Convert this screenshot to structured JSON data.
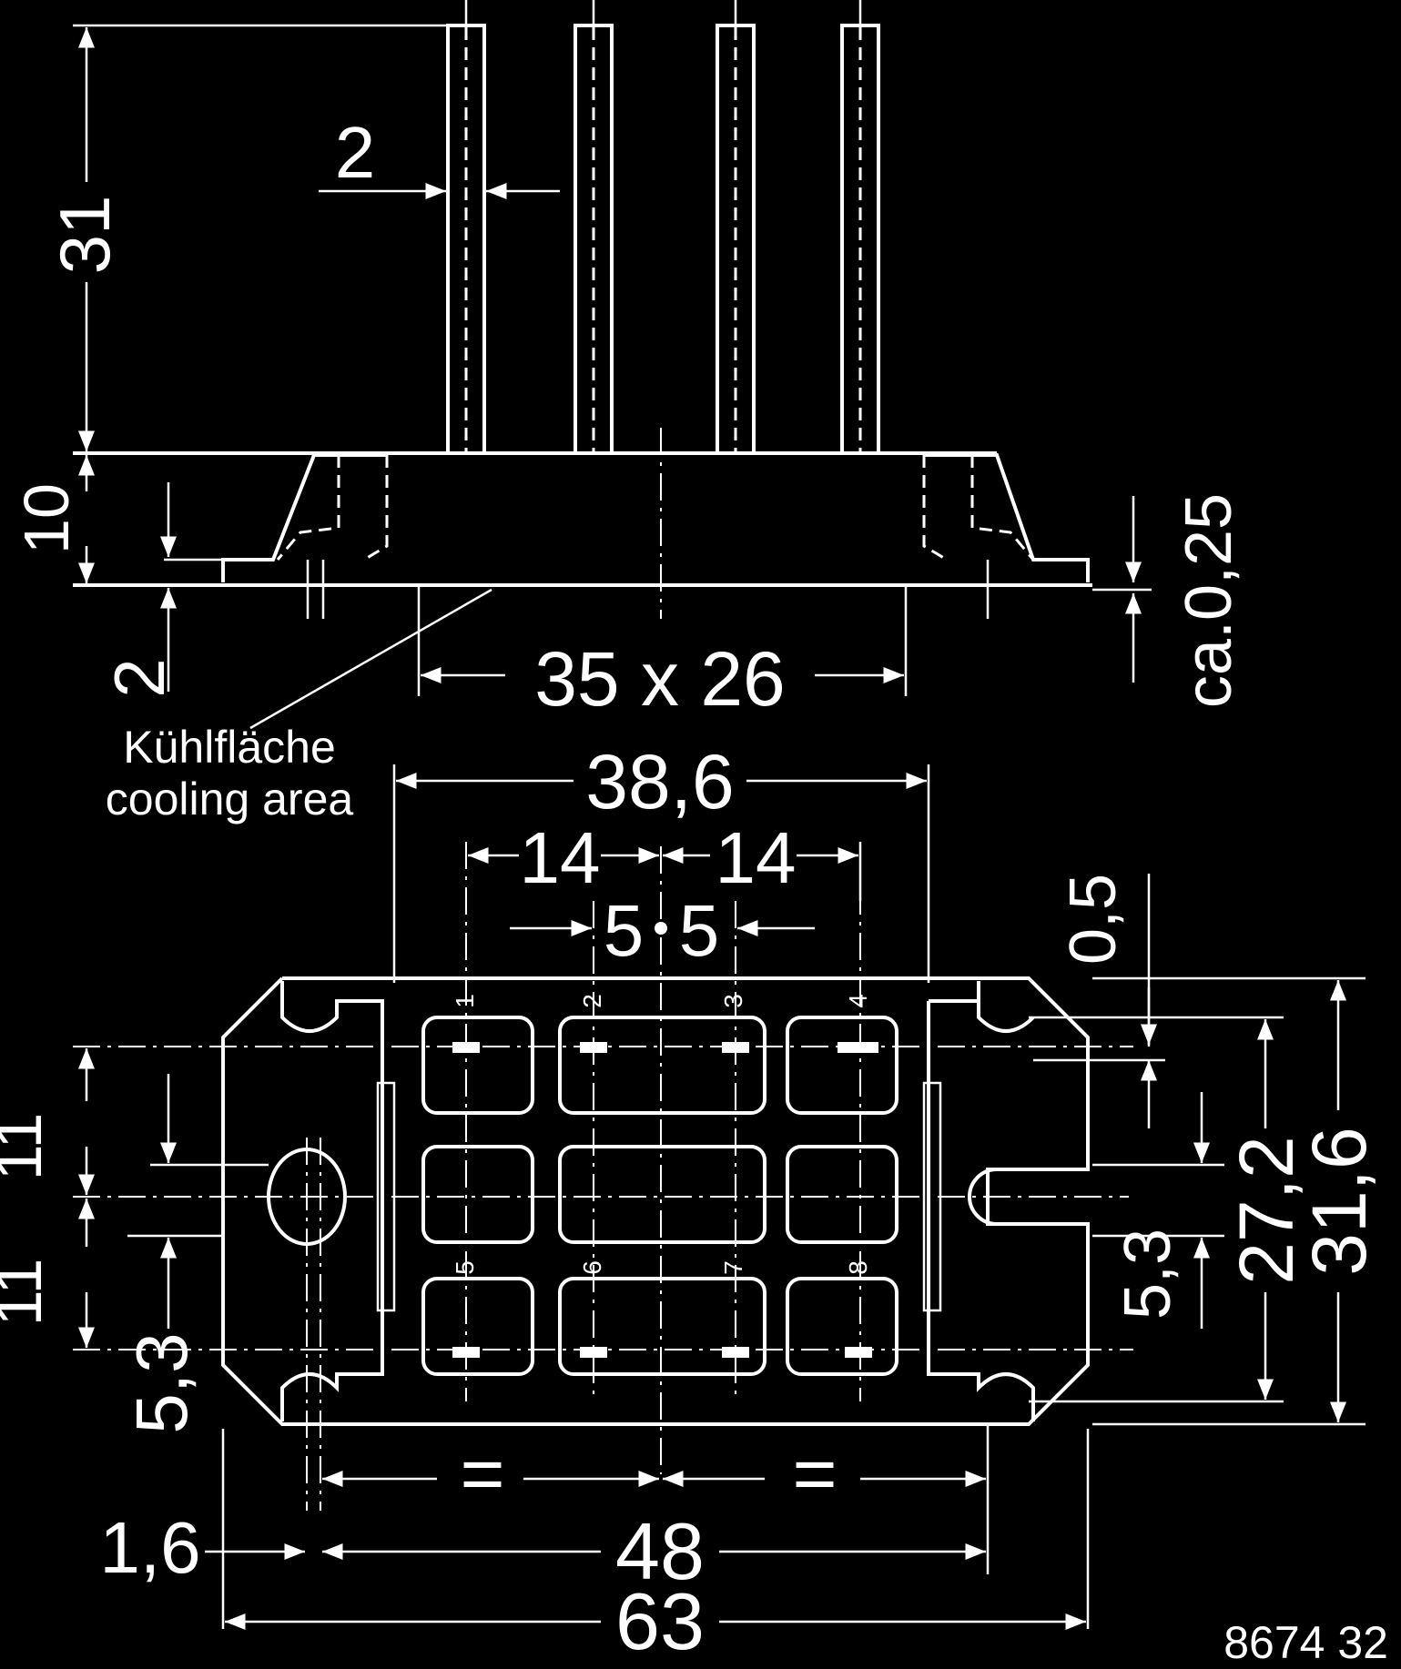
{
  "colors": {
    "background": "#000000",
    "ink": "#ffffff"
  },
  "side_view": {
    "dim_height_terminals": "31",
    "dim_height_body": "10",
    "dim_base_step": "2",
    "dim_pin_width": "2",
    "dim_cooling_area": "35 x 26",
    "dim_flatness": "ca.0,25",
    "label_de": "Kühlfläche",
    "label_en": "cooling area"
  },
  "top_view": {
    "dim_outer_pitch": "38,6",
    "dim_pitch_left": "14",
    "dim_pitch_right": "14",
    "dim_center_left": "5",
    "dim_center_right": "5",
    "dim_chamfer": "0,5",
    "dim_row_upper": "11",
    "dim_row_lower": "11",
    "dim_left_offset": "5,3",
    "dim_right_offset": "5,3",
    "dim_width_inner": "27,2",
    "dim_width_outer": "31,6",
    "dim_equal_left": "=",
    "dim_equal_right": "=",
    "dim_hole_offset": "1,6",
    "dim_hole_pitch": "48",
    "dim_overall_length": "63",
    "pin_labels": [
      "1",
      "2",
      "3",
      "4",
      "5",
      "6",
      "7",
      "8"
    ]
  },
  "drawing_number": "8674 32"
}
